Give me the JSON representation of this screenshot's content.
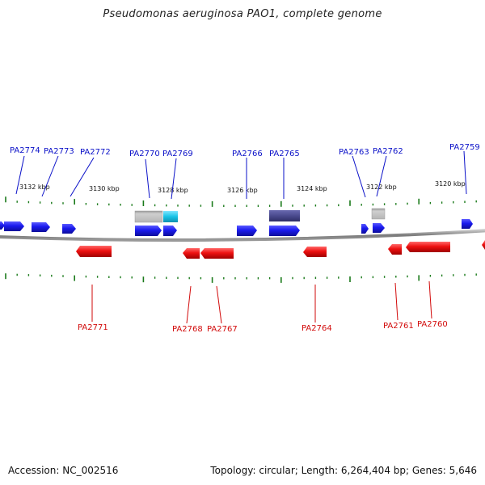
{
  "title": "Pseudomonas aeruginosa PAO1, complete genome",
  "accession_label": "Accession: NC_002516",
  "summary": "Topology: circular; Length: 6,264,404 bp; Genes: 5,646",
  "colors": {
    "forward": "#1a1aee",
    "reverse": "#ee1111",
    "backbone": "#8a8a8a",
    "ticks": "#1a7a1a",
    "label_forward": "#0a10c8",
    "label_reverse": "#d20a0a"
  },
  "scale_labels": [
    "3132 kbp",
    "3130 kbp",
    "3128 kbp",
    "3126 kbp",
    "3124 kbp",
    "3122 kbp",
    "3120 kbp"
  ],
  "forward_labels": [
    "PA2774",
    "PA2773",
    "PA2772",
    "PA2770",
    "PA2769",
    "PA2766",
    "PA2765",
    "PA2763",
    "PA2762",
    "PA2759"
  ],
  "reverse_labels": [
    "PA2771",
    "PA2768",
    "PA2767",
    "PA2764",
    "PA2761",
    "PA2760"
  ],
  "feature_boxes": [
    {
      "kind": "grey-feature",
      "color": "#bdbdbd"
    },
    {
      "kind": "cyan-feature",
      "color": "#19c3e6"
    },
    {
      "kind": "dark-feature",
      "color": "#4a4a8e"
    },
    {
      "kind": "grey-feature-small",
      "color": "#bdbdbd"
    }
  ]
}
